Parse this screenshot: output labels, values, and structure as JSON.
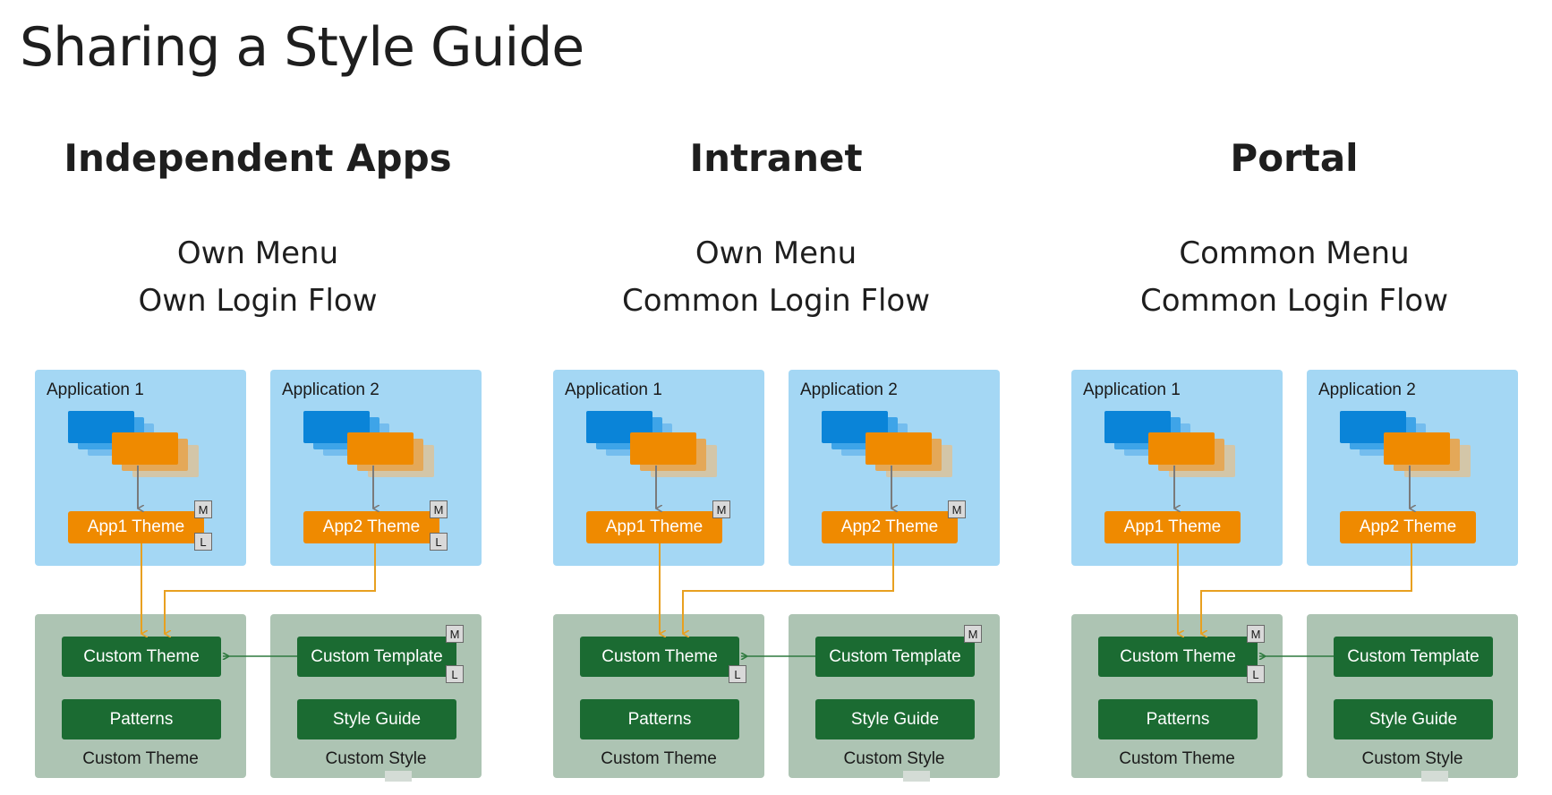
{
  "title": "Sharing a Style Guide",
  "columns": [
    {
      "heading": "Independent Apps",
      "sub_line1": "Own Menu",
      "sub_line2": "Own Login Flow",
      "app1": {
        "title": "Application 1",
        "theme": "App1 Theme",
        "tags": [
          "M",
          "L"
        ]
      },
      "app2": {
        "title": "Application 2",
        "theme": "App2 Theme",
        "tags": [
          "M",
          "L"
        ]
      },
      "custom_theme_box": {
        "button1": "Custom Theme",
        "button2": "Patterns",
        "caption": "Custom Theme",
        "tags": []
      },
      "custom_style_box": {
        "button1": "Custom Template",
        "button2": "Style Guide",
        "caption": "Custom Style",
        "tags": [
          "M",
          "L"
        ]
      }
    },
    {
      "heading": "Intranet",
      "sub_line1": "Own Menu",
      "sub_line2": "Common Login Flow",
      "app1": {
        "title": "Application 1",
        "theme": "App1 Theme",
        "tags": [
          "M"
        ]
      },
      "app2": {
        "title": "Application 2",
        "theme": "App2 Theme",
        "tags": [
          "M"
        ]
      },
      "custom_theme_box": {
        "button1": "Custom Theme",
        "button2": "Patterns",
        "caption": "Custom Theme",
        "tags": [
          "L"
        ]
      },
      "custom_style_box": {
        "button1": "Custom Template",
        "button2": "Style Guide",
        "caption": "Custom Style",
        "tags": [
          "M"
        ]
      }
    },
    {
      "heading": "Portal",
      "sub_line1": "Common Menu",
      "sub_line2": "Common Login Flow",
      "app1": {
        "title": "Application 1",
        "theme": "App1 Theme",
        "tags": []
      },
      "app2": {
        "title": "Application 2",
        "theme": "App2 Theme",
        "tags": []
      },
      "custom_theme_box": {
        "button1": "Custom Theme",
        "button2": "Patterns",
        "caption": "Custom Theme",
        "tags": [
          "M",
          "L"
        ]
      },
      "custom_style_box": {
        "button1": "Custom Template",
        "button2": "Style Guide",
        "caption": "Custom Style",
        "tags": []
      }
    }
  ],
  "colors": {
    "app_box": "#a4d7f4",
    "custom_box": "#adc4b3",
    "orange": "#ef8a00",
    "green": "#1b6b32",
    "arrow_gray": "#7a7a7a",
    "arrow_orange": "#e8a020",
    "arrow_green": "#2f7a3f"
  }
}
